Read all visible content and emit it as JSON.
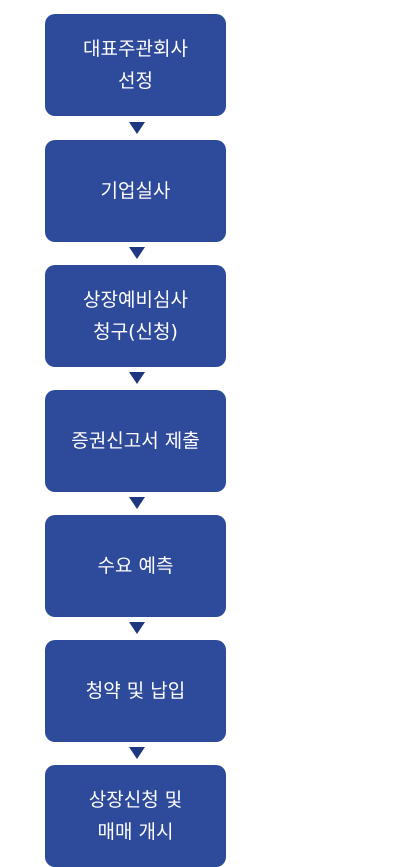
{
  "colors": {
    "box_fill": "#2e4a9a",
    "box_text": "#ffffff",
    "arrow": "#1f3680",
    "background": "#ffffff"
  },
  "steps": [
    {
      "line1": "대표주관회사",
      "line2": "선정"
    },
    {
      "line1": "기업실사",
      "line2": ""
    },
    {
      "line1": "상장예비심사",
      "line2": "청구(신청)"
    },
    {
      "line1": "증권신고서 제출",
      "line2": ""
    },
    {
      "line1": "수요 예측",
      "line2": ""
    },
    {
      "line1": "청약 및 납입",
      "line2": ""
    },
    {
      "line1": "상장신청 및",
      "line2": "매매 개시"
    }
  ]
}
